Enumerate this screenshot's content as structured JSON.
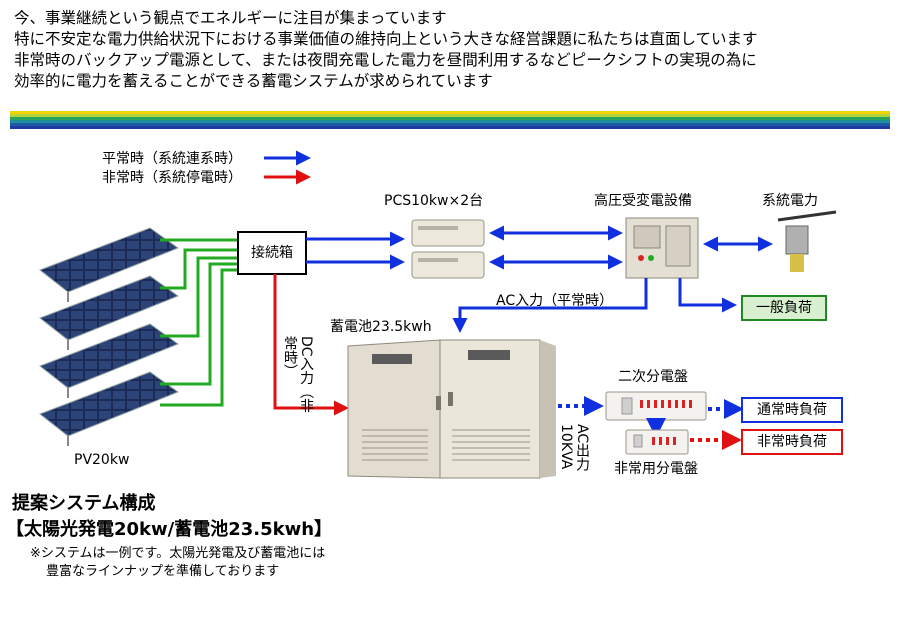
{
  "intro": {
    "lines": [
      "今、事業継続という観点でエネルギーに注目が集まっています",
      "特に不安定な電力供給状況下における事業価値の維持向上という大きな経営課題に私たちは直面しています",
      "非常時のバックアップ電源として、または夜間充電した電力を昼間利用するなどピークシフトの実現の為に",
      "効率的に電力を蓄えることができる蓄電システムが求められています"
    ]
  },
  "legend": {
    "normal": "平常時（系統連系時）",
    "emergency": "非常時（系統停電時）",
    "normal_color": "#1030e0",
    "emergency_color": "#e01010"
  },
  "diagram": {
    "pv_label": "PV20kw",
    "junction_box": "接続箱",
    "pcs_label": "PCS10kw×2台",
    "substation_label": "高圧受変電設備",
    "grid_label": "系統電力",
    "ac_input_label": "AC入力（平常時）",
    "general_load": "一般負荷",
    "battery_label": "蓄電池23.5kwh",
    "dc_input_label": "DC入力（非常時）",
    "ac_output_label": "AC出力 10KVA",
    "secondary_panel": "二次分電盤",
    "normal_load": "通常時負荷",
    "emergency_panel": "非常用分電盤",
    "emergency_load": "非常時負荷",
    "pv_wire_color": "#22aa22"
  },
  "footer": {
    "title": "提案システム構成",
    "subtitle": "【太陽光発電20kw/蓄電池23.5kwh】",
    "note_line1": "※システムは一例です。太陽光発電及び蓄電池には",
    "note_line2": "豊富なラインナップを準備しております"
  }
}
